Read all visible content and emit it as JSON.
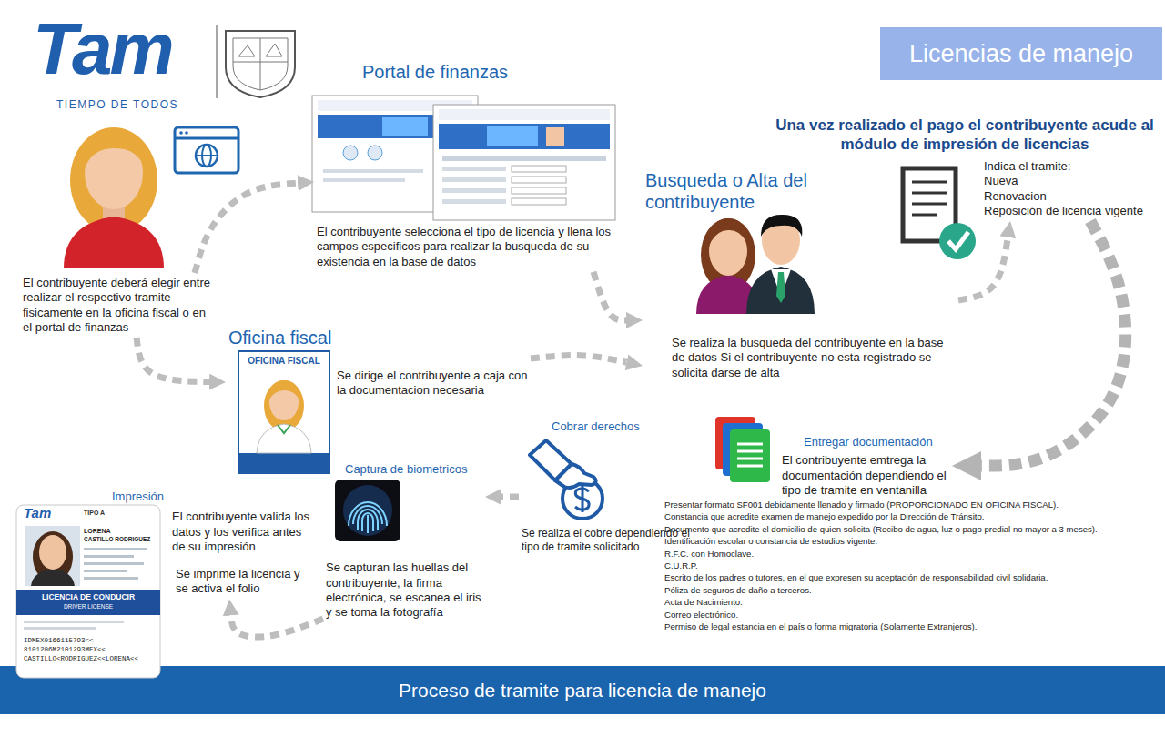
{
  "diagram": {
    "title": "Licencias de manejo",
    "caption": "Proceso de tramite para licencia de manejo",
    "nodes": [
      {
        "text": [
          "El contribuyente deberá elegir entre realizar el respectivo tramite fisicamente en la oficina fiscal o en el portal de finanzas"
        ]
      },
      {
        "text": [
          "Portal de finanzas",
          "El contribuyente selecciona el tipo de licencia y llena los campos especificos para realizar la busqueda de su existencia en la base de datos"
        ]
      },
      {
        "text": [
          "Busqueda o Alta del contribuyente",
          "Se realiza la busqueda del contribuyente en la base de datos Si el contribuyente no esta registrado se solicita darse de alta"
        ]
      },
      {
        "text": [
          "Indica el tramite:",
          "Nueva",
          "Renovacion",
          "Reposición de licencia vigente"
        ]
      },
      {
        "text": [
          "Oficina fiscal",
          "Se dirige el contribuyente a caja con la documentacion necesaria"
        ]
      },
      {
        "text": [
          "Entregar documentación",
          "El contribuyente emtrega la documentación dependiendo el tipo de tramite en ventanilla"
        ]
      },
      {
        "text": [
          "Cobrar derechos",
          "Se realiza el cobre dependiendo el tipo de tramite solicitado"
        ]
      },
      {
        "text": [
          "Captura de biometricos",
          "Se capturan las huellas del contribuyente, la firma electrónica, se escanea el iris y se toma la fotografía"
        ]
      },
      {
        "text": [
          "Impresión",
          "El contribuyente valida los datos y los verifica antes de su impresión",
          "Se imprime la licencia y se activa el folio"
        ]
      }
    ],
    "edges": [
      {
        "from": 0,
        "to": 1,
        "arrow": "to"
      },
      {
        "from": 0,
        "to": 4,
        "arrow": "to"
      },
      {
        "from": 1,
        "to": 2,
        "arrow": "to"
      },
      {
        "from": 4,
        "to": 2,
        "arrow": "to"
      },
      {
        "from": 2,
        "to": 3,
        "arrow": "to"
      },
      {
        "from": 3,
        "to": 5,
        "arrow": "to"
      },
      {
        "from": 6,
        "to": 7,
        "arrow": "to"
      },
      {
        "from": 7,
        "to": 8,
        "arrow": "to"
      }
    ],
    "labels": [
      "Tam",
      "TIEMPO DE TODOS",
      "Una vez realizado el pago el contribuyente acude al módulo de impresión de licencias",
      "OFICINA FISCAL",
      "Presentar formato SF001 debidamente llenado y firmado (PROPORCIONADO EN OFICINA FISCAL).",
      "Constancia que acredite examen de manejo expedido por la Dirección de Tránsito.",
      "Documento que acredite el domicilio de quien solicita (Recibo de agua, luz o pago predial no mayor a 3 meses).",
      "Identificación escolar o constancia de estudios vigente.",
      "R.F.C. con Homoclave.",
      "C.U.R.P.",
      "Escrito de los padres o tutores, en el que expresen su aceptación de responsabilidad civil solidaria.",
      "Póliza de seguros de daño a terceros.",
      "Acta de Nacimiento.",
      "Correo electrónico.",
      "Permiso de legal estancia en el país o forma migratoria (Solamente Extranjeros).",
      "Tam",
      "TIPO A",
      "LORENA",
      "CASTILLO RODRIGUEZ",
      "LICENCIA DE CONDUCIR",
      "DRIVER LICENSE",
      "IDMEX0166115793<<",
      "8101206M2101293MEX<<",
      "CASTILLO<RODRIGUEZ<<LORENA<<"
    ]
  }
}
